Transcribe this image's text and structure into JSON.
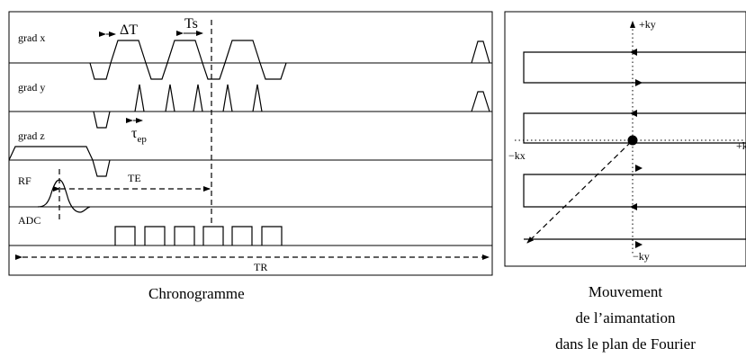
{
  "chronogram": {
    "rows": [
      {
        "key": "gx",
        "label": "grad x"
      },
      {
        "key": "gy",
        "label": "grad y"
      },
      {
        "key": "gz",
        "label": "grad z"
      },
      {
        "key": "rf",
        "label": "RF"
      },
      {
        "key": "adc",
        "label": "ADC"
      }
    ],
    "annotations": {
      "delta_t": "ΔT",
      "ts": "Ts",
      "tau": "τ",
      "tau_sub": "ep",
      "te": "TE",
      "tr": "TR"
    },
    "caption": "Chronogramme"
  },
  "kspace": {
    "plus_ky": "+ky",
    "minus_ky": "−ky",
    "plus_kx": "+kx",
    "minus_kx": "−kx",
    "caption_lines": [
      "Mouvement",
      "de l’aimantation",
      "dans le plan de Fourier"
    ]
  }
}
